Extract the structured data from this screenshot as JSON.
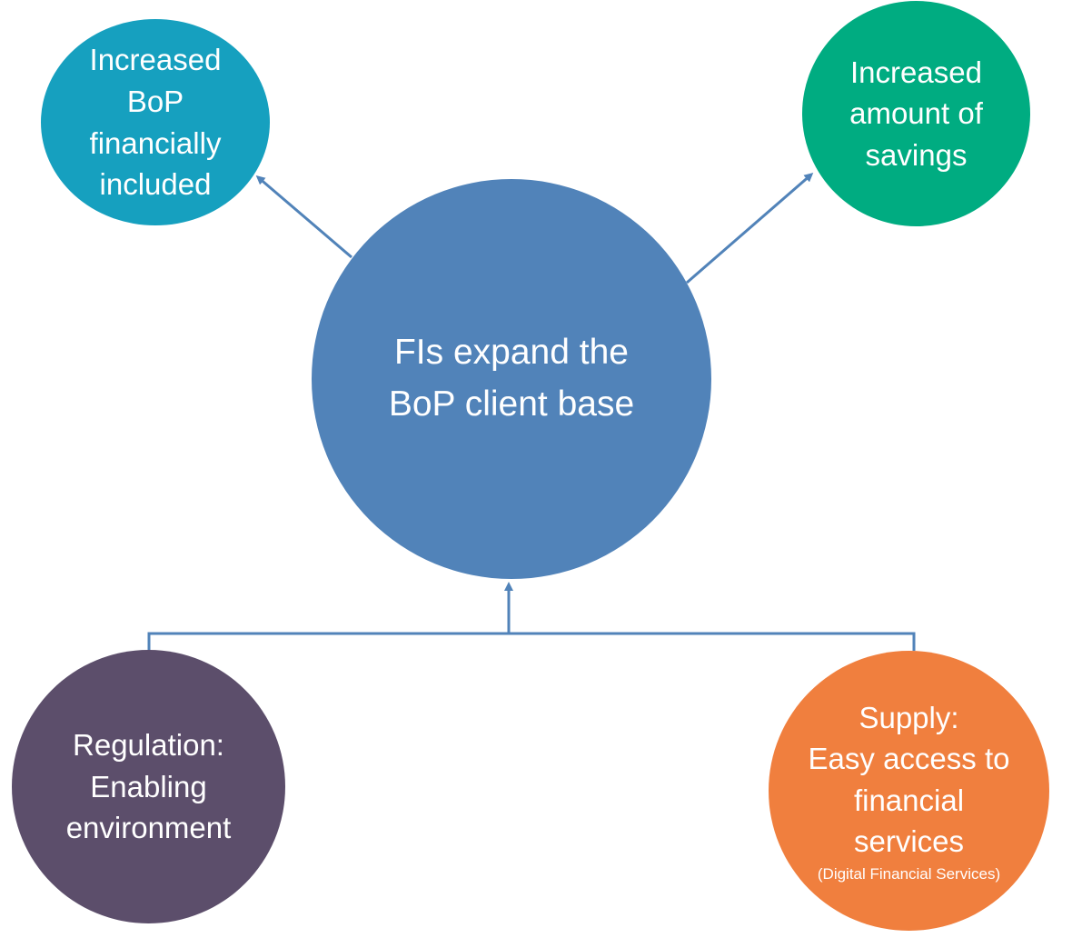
{
  "diagram": {
    "center": {
      "label": "FIs expand the\nBoP client base",
      "color": "#5183b9"
    },
    "outcomes": [
      {
        "label": "Increased\nBoP\nfinancially\nincluded",
        "color": "#16a0bf"
      },
      {
        "label": "Increased\namount of\nsavings",
        "color": "#00ac81"
      }
    ],
    "drivers": [
      {
        "label": "Regulation:\nEnabling\nenvironment",
        "color": "#5c4e6b"
      },
      {
        "label": "Supply:\nEasy access to\nfinancial\nservices",
        "sublabel": "(Digital Financial Services)",
        "color": "#f07f3e"
      }
    ],
    "connector_color": "#5183b9"
  }
}
